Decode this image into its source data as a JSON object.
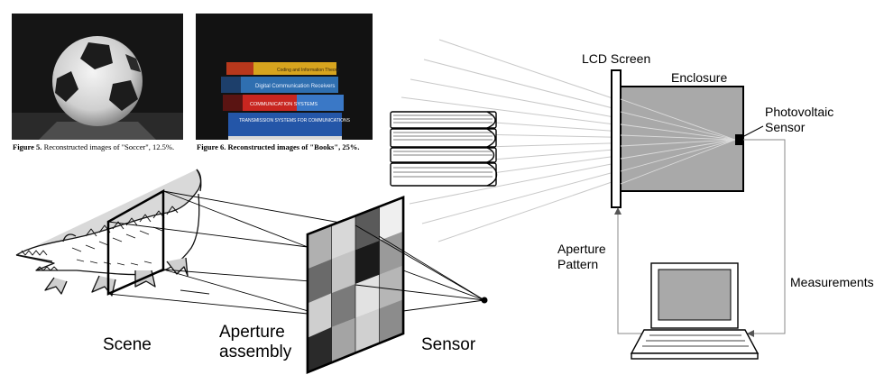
{
  "figures": {
    "soccer": {
      "caption_bold": "Figure 5.",
      "caption_rest": " Reconstructed images of \"Soccer\", 12.5%."
    },
    "books": {
      "caption": "Figure 6. Reconstructed images of \"Books\", 25%."
    }
  },
  "book_spines": [
    "Coding and Information Theory",
    "Digital Communication Receivers",
    "COMMUNICATION SYSTEMS",
    "TRANSMISSION SYSTEMS FOR COMMUNICATIONS"
  ],
  "left_diagram": {
    "scene_label": "Scene",
    "aperture_label_line1": "Aperture",
    "aperture_label_line2": "assembly",
    "sensor_label": "Sensor"
  },
  "right_diagram": {
    "lcd_label": "LCD Screen",
    "enclosure_label": "Enclosure",
    "photovoltaic_line1": "Photovoltaic",
    "photovoltaic_line2": "Sensor",
    "aperture_pattern_line1": "Aperture",
    "aperture_pattern_line2": "Pattern",
    "measurements_label": "Measurements"
  },
  "colors": {
    "enclosure_fill": "#a9a9a9",
    "photo_bg": "#141414"
  }
}
